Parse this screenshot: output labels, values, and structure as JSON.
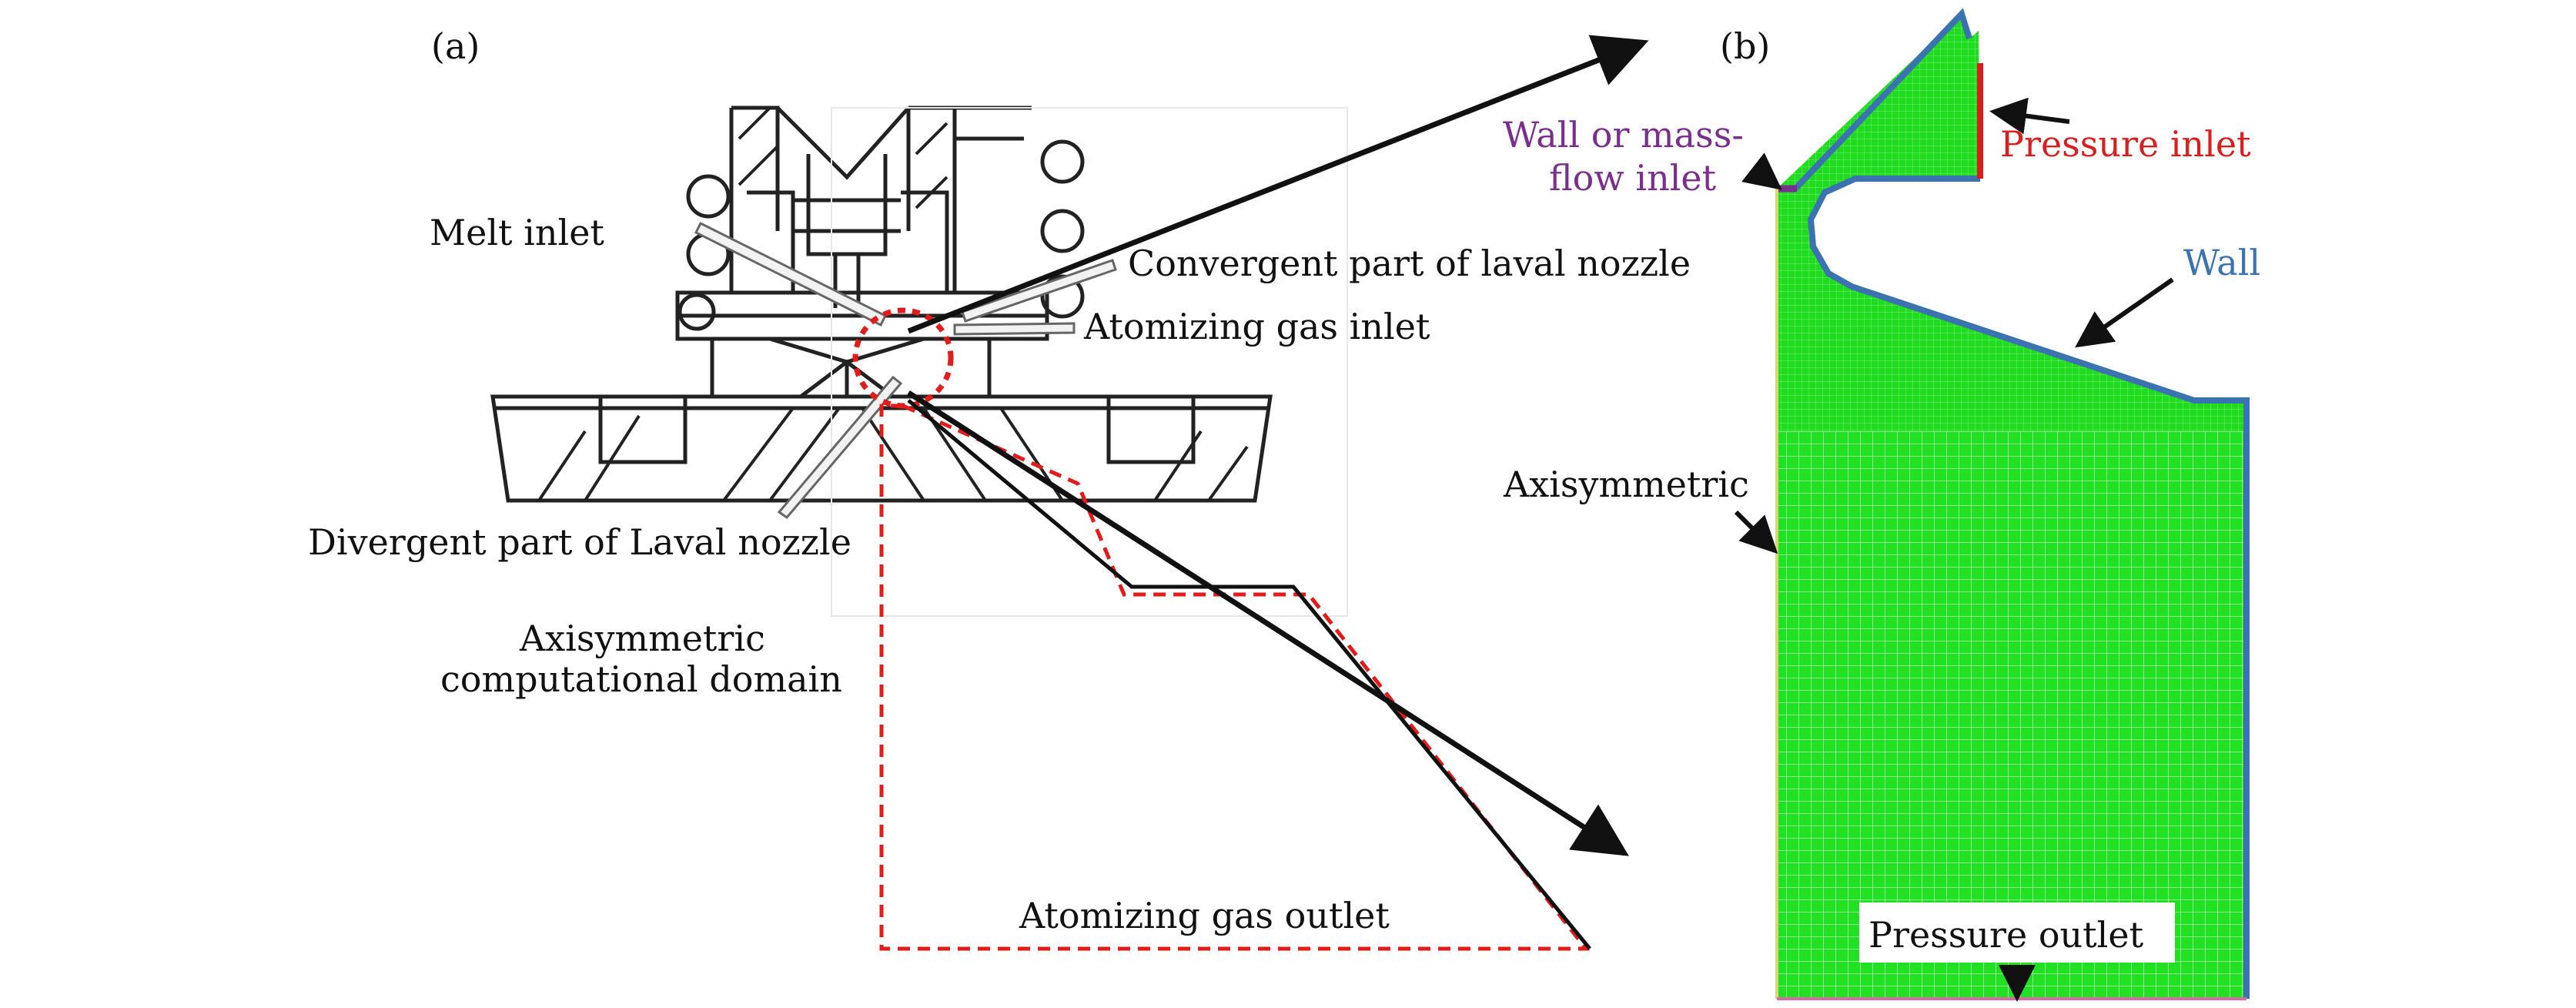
{
  "panel_a": {
    "tag": "(a)",
    "labels": {
      "melt_inlet": "Melt inlet",
      "convergent": "Convergent part of laval nozzle",
      "gas_inlet": "Atomizing gas inlet",
      "divergent": "Divergent part of Laval nozzle",
      "axi_line1": "Axisymmetric",
      "axi_line2": "computational domain",
      "gas_outlet": "Atomizing gas outlet"
    }
  },
  "panel_b": {
    "tag": "(b)",
    "labels": {
      "wall_mass_line1": "Wall or mass-",
      "wall_mass_line2": "flow inlet",
      "pressure_inlet": "Pressure inlet",
      "wall": "Wall",
      "axisymmetric": "Axisymmetric",
      "pressure_outlet": "Pressure outlet"
    }
  },
  "colors": {
    "mesh": "#22e022",
    "mesh_line": "#bff5bf",
    "wall": "#3b73b0",
    "pressure_inlet": "#d81e1e",
    "wall_mass": "#7a2f8e",
    "dashed": "#e21b1b"
  }
}
